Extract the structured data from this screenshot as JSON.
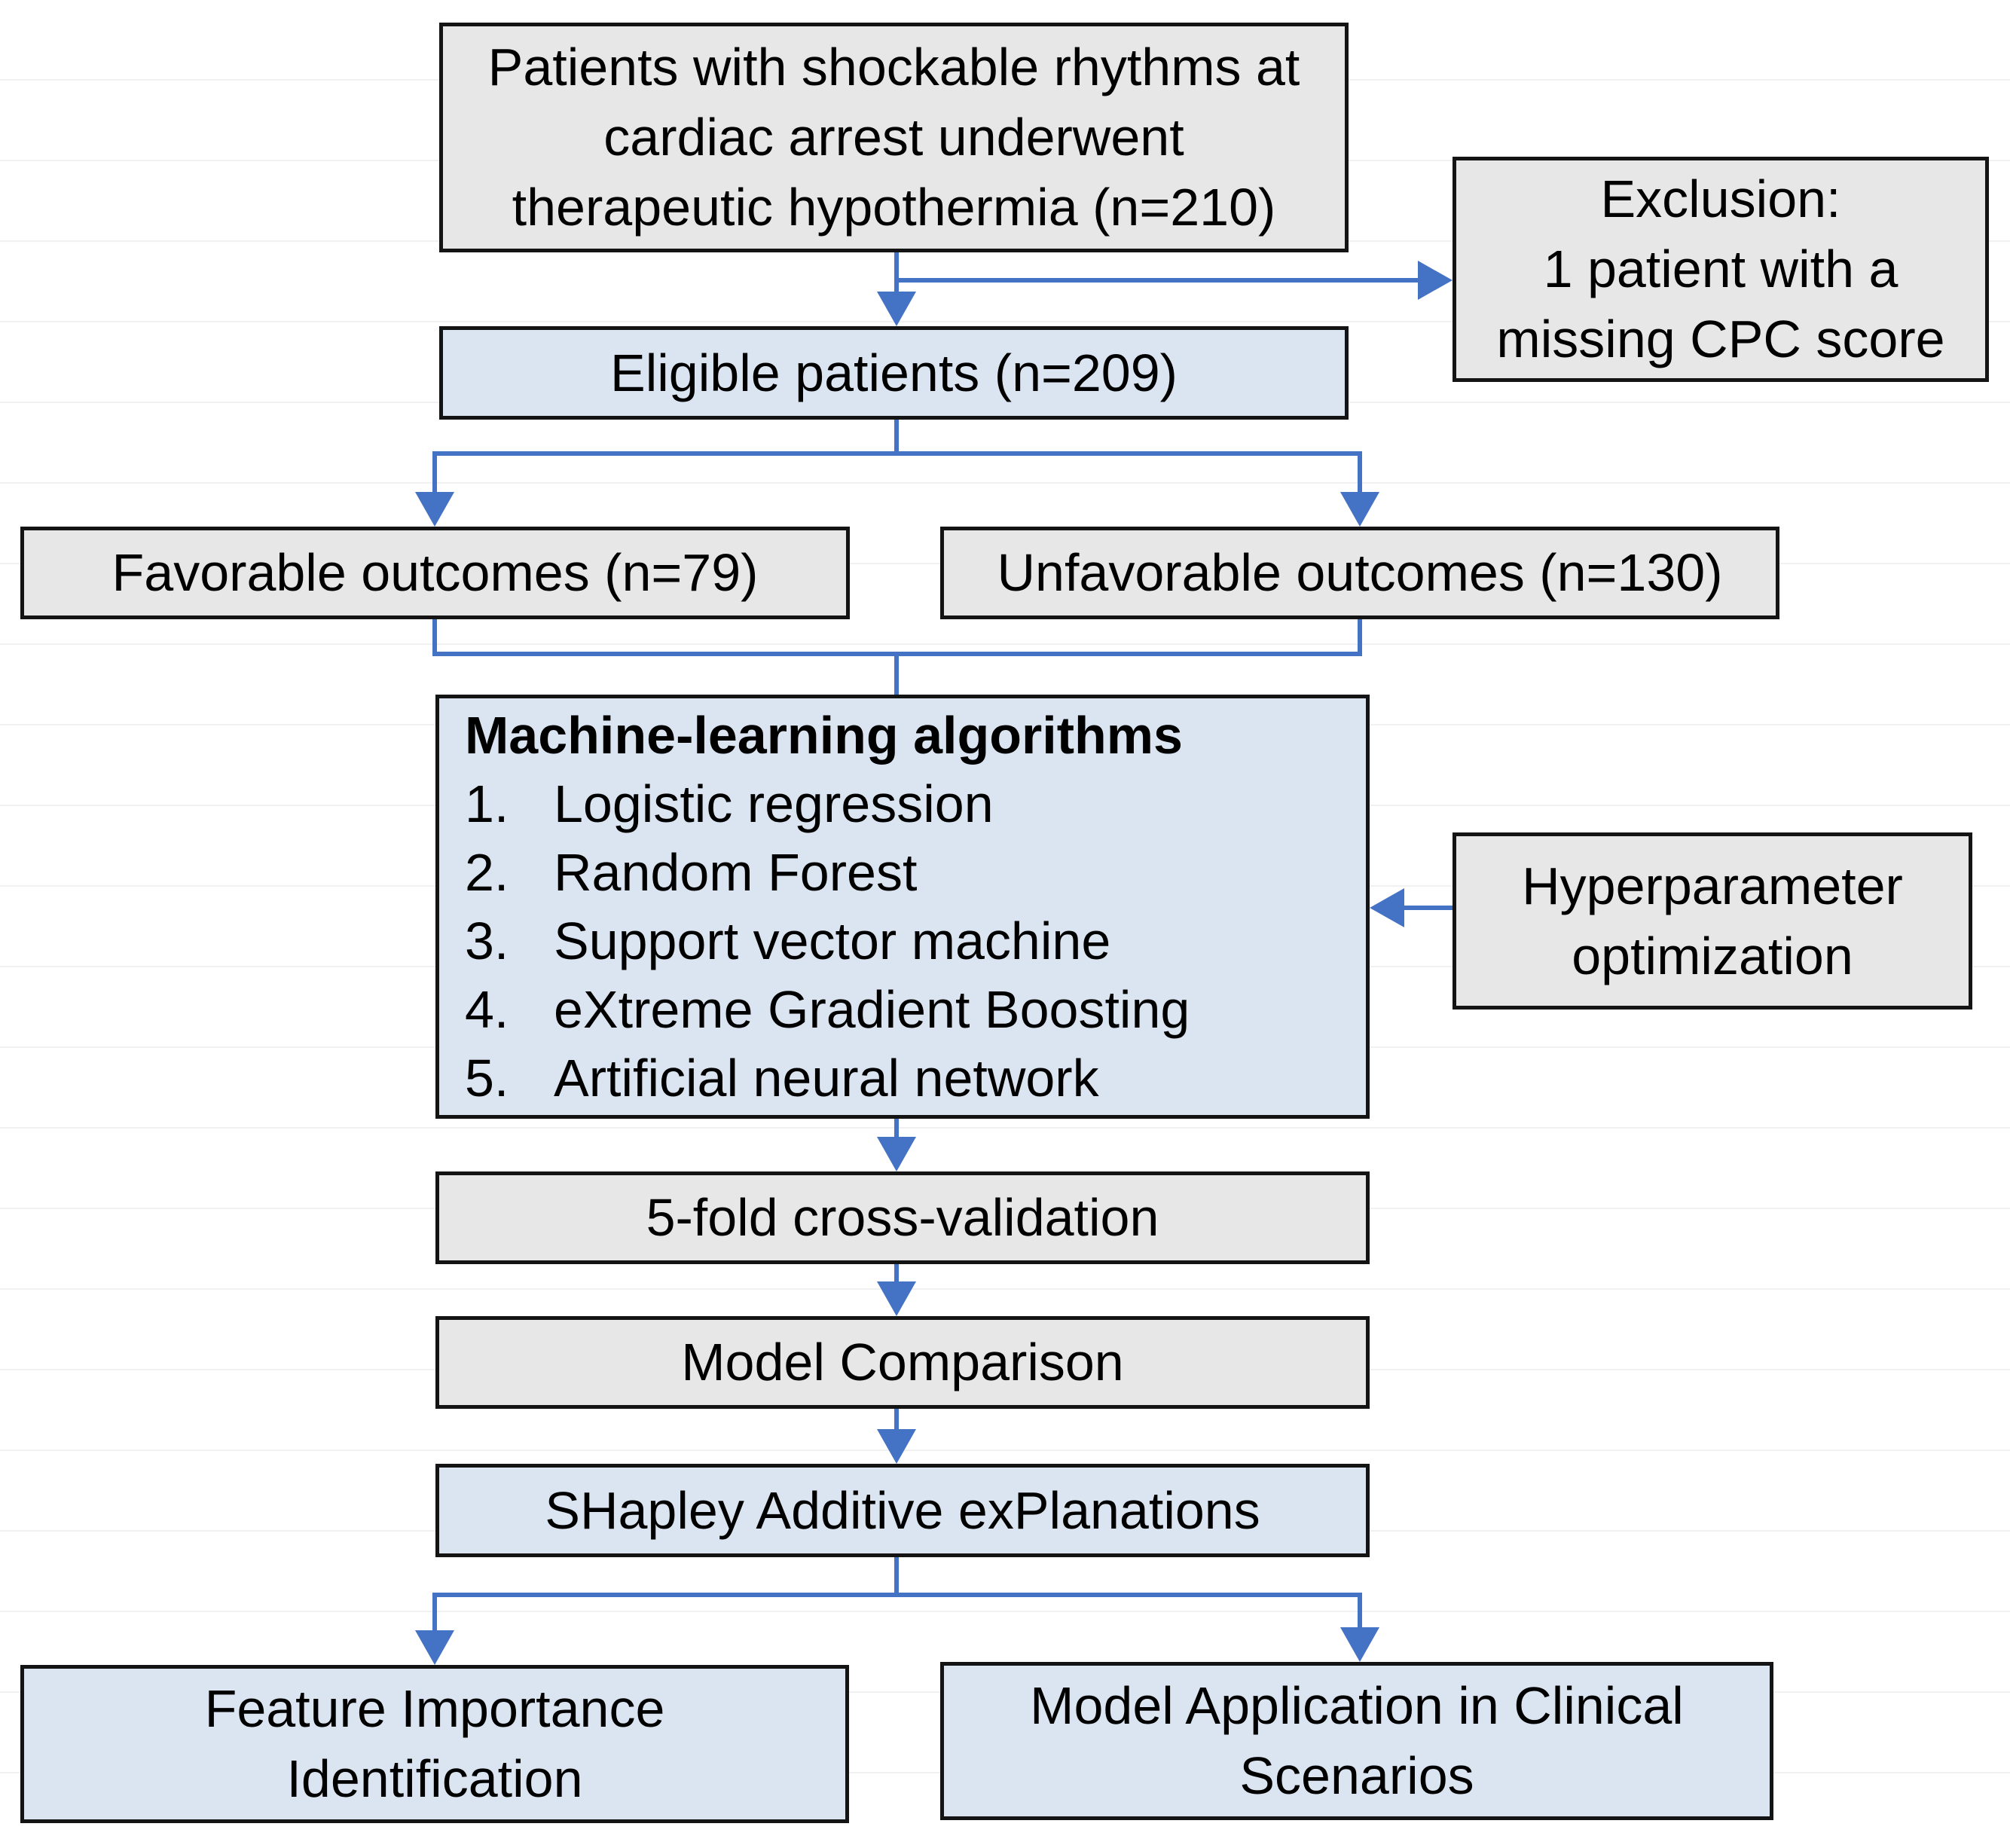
{
  "figure": {
    "type": "study-flow-diagram",
    "colors": {
      "arrow": "#4472c4",
      "gray": "#e7e7e7",
      "blue": "#dbe5f1",
      "border": "#141414"
    },
    "counts": {
      "total_patients": 210,
      "eligible": 209,
      "favorable": 79,
      "unfavorable": 130,
      "excluded": 1
    },
    "nodes": {
      "patients": "Patients with shockable rhythms at\ncardiac arrest underwent\ntherapeutic hypothermia (n=210)",
      "exclusion": "Exclusion:\n1 patient with a\nmissing CPC score",
      "eligible": "Eligible patients (n=209)",
      "favorable": "Favorable outcomes (n=79)",
      "unfavorable": "Unfavorable outcomes (n=130)",
      "ml": {
        "title": "Machine-learning algorithms",
        "items": [
          {
            "num": "1.",
            "label": "Logistic regression"
          },
          {
            "num": "2.",
            "label": "Random Forest"
          },
          {
            "num": "3.",
            "label": "Support vector machine"
          },
          {
            "num": "4.",
            "label": "eXtreme Gradient Boosting"
          },
          {
            "num": "5.",
            "label": "Artificial neural network"
          }
        ]
      },
      "hyperparameter": "Hyperparameter\noptimization",
      "cross_validation": "5-fold cross-validation",
      "model_comparison": "Model Comparison",
      "shap": "SHapley Additive exPlanations",
      "feature_importance": "Feature Importance\nIdentification",
      "model_application": "Model Application in Clinical\nScenarios"
    }
  }
}
